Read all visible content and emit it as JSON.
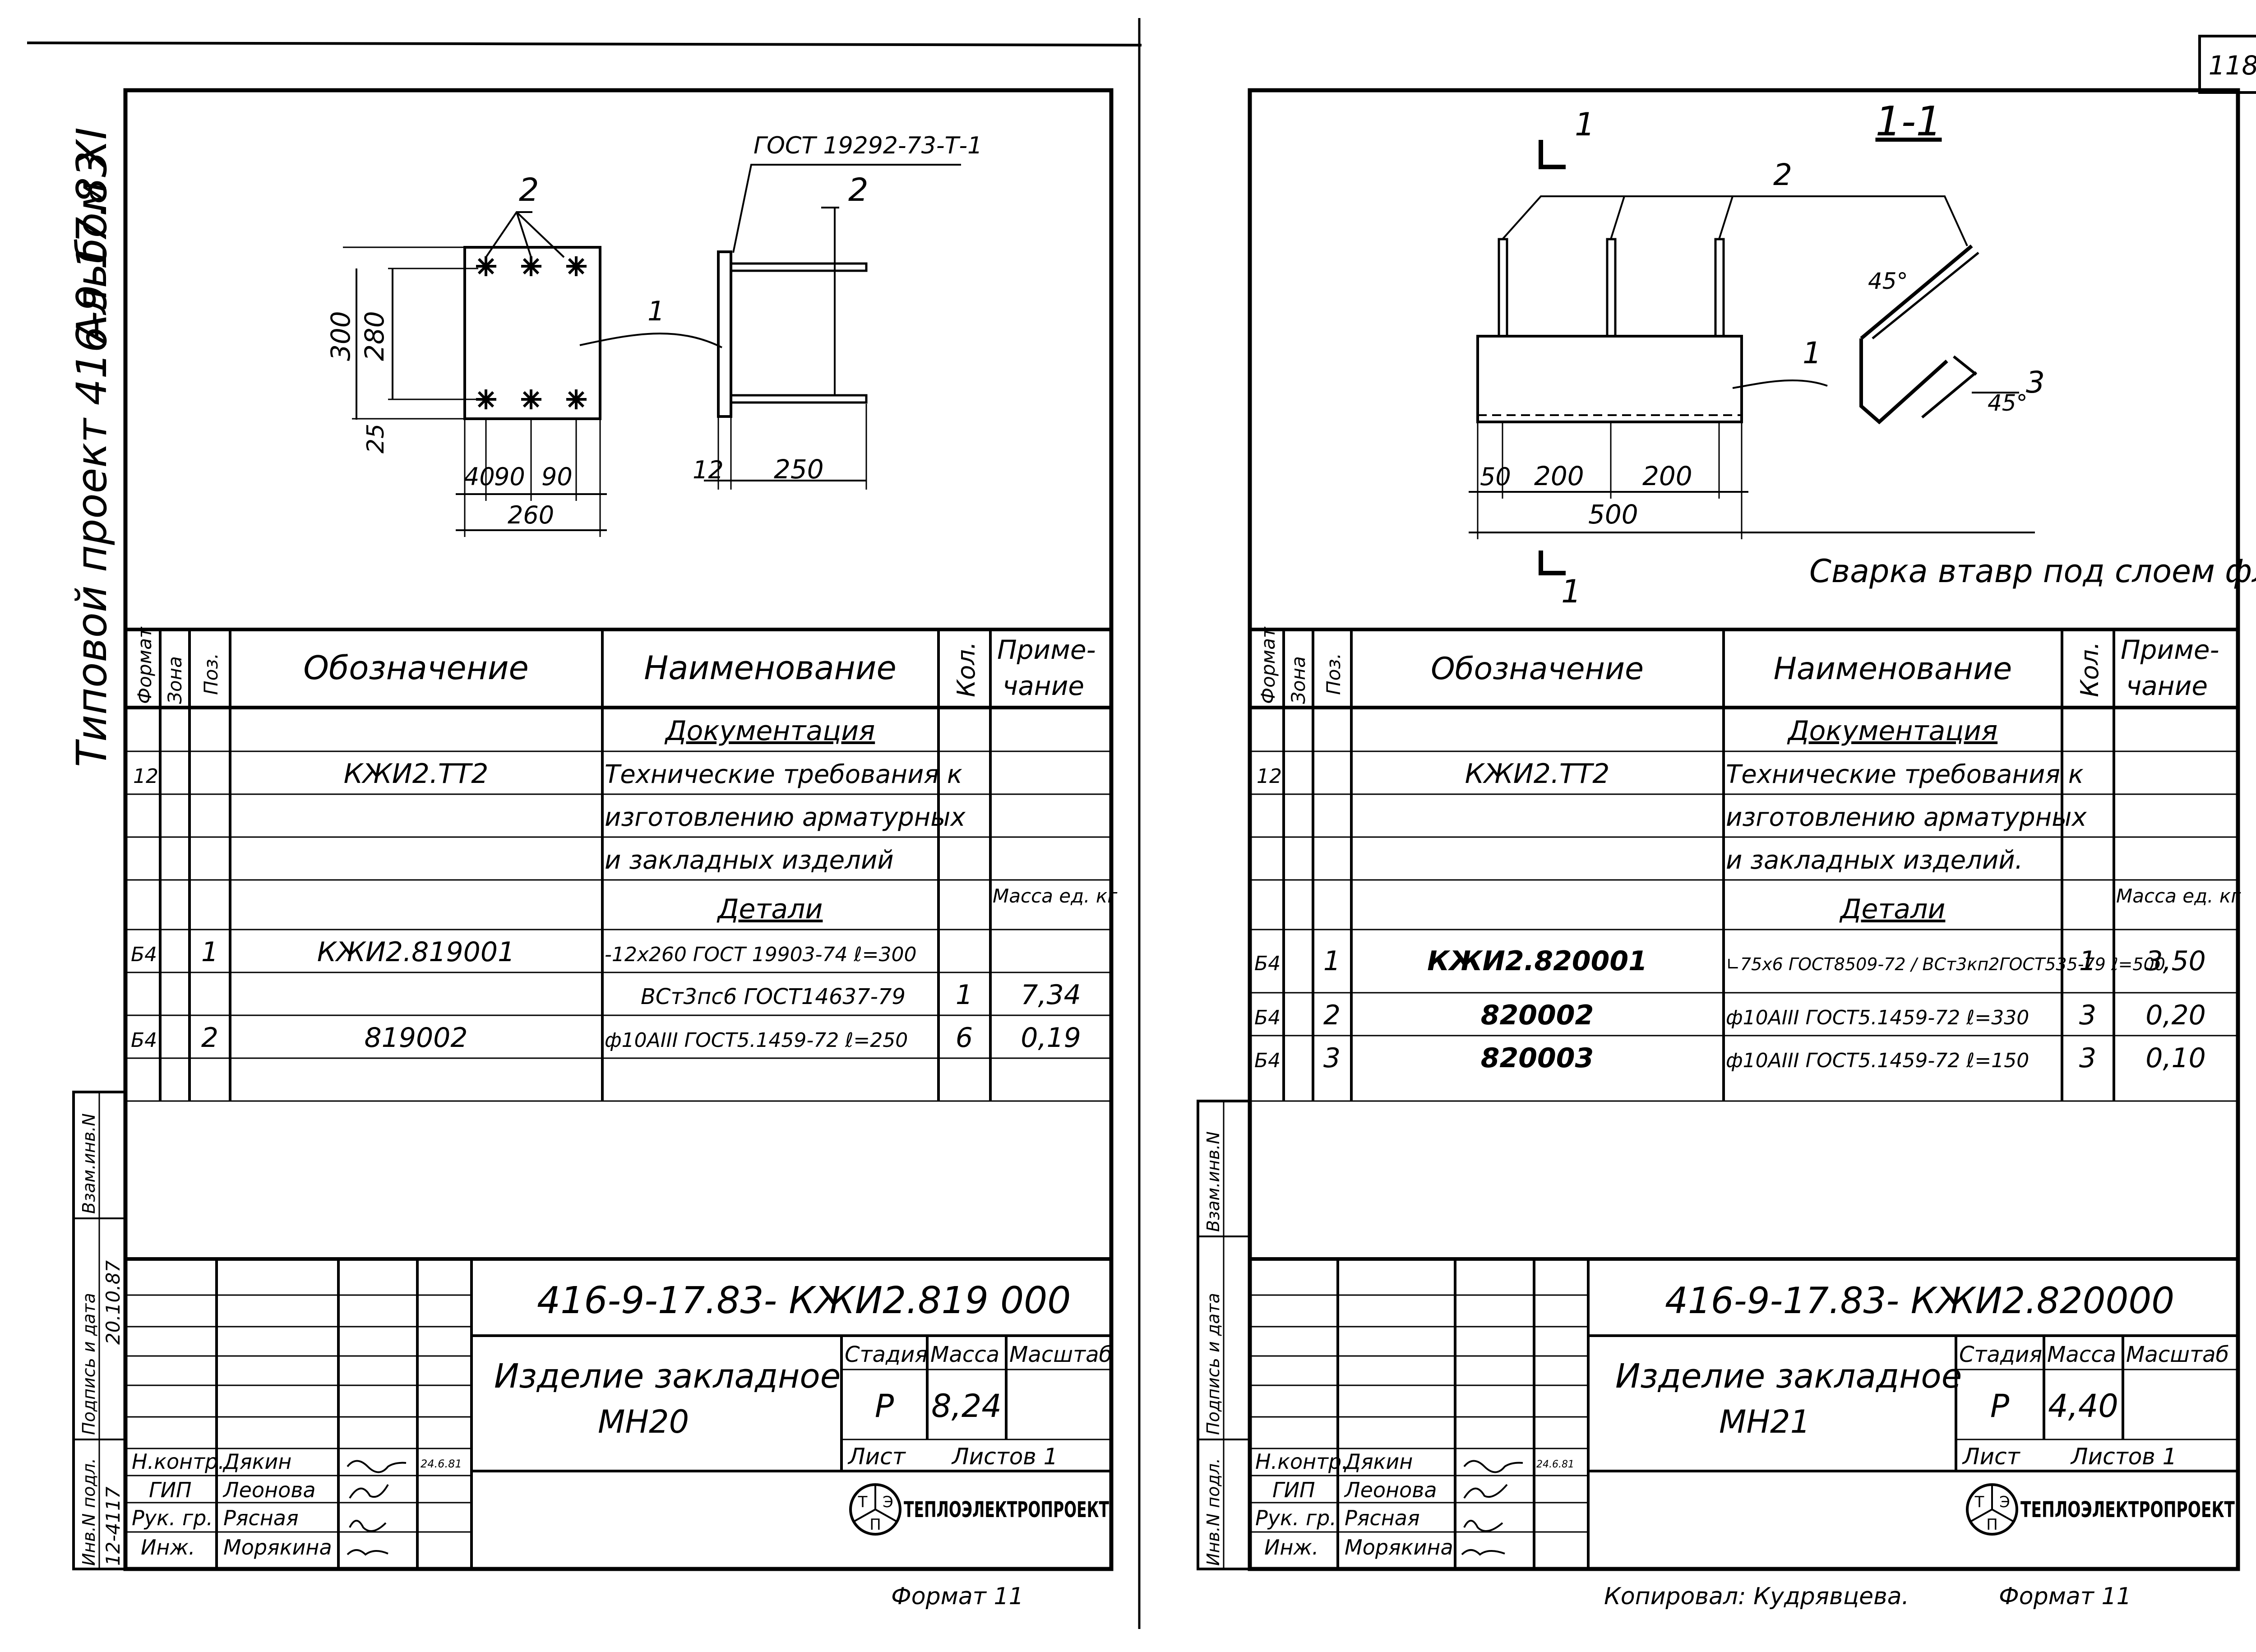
{
  "page_number": "118",
  "side_margin": {
    "album": "Альбом XI",
    "project": "Типовой проект 416-9-17.83"
  },
  "headers": {
    "format": "Формат",
    "zone": "Зона",
    "pos": "Поз.",
    "designation": "Обозначение",
    "name": "Наименование",
    "qty": "Кол.",
    "note1": "Приме-",
    "note2": "чание"
  },
  "stamp_labels": {
    "stage": "Стадия",
    "mass": "Масса",
    "scale": "Масштаб",
    "sheet": "Лист",
    "sheets": "Листов 1"
  },
  "staff": {
    "roles": [
      "Н.контр.",
      "ГИП",
      "Рук. гр.",
      "Инж."
    ],
    "names": [
      "Дякин",
      "Леонова",
      "Рясная",
      "Морякина"
    ],
    "date": "24.6.81"
  },
  "binding_labels": {
    "inv": "Инв.N подл.",
    "sign": "Подпись и дата",
    "vzam": "Взам.инв.N"
  },
  "company": "ТЕПЛОЭЛЕКТРОПРОЕКТ",
  "logo_letters": [
    "Т",
    "Э",
    "П"
  ],
  "left": {
    "drawing": {
      "gost_ref": "ГОСТ 19292-73-Т-1",
      "pos_callouts": [
        "1",
        "2",
        "2"
      ],
      "dims": {
        "h300": "300",
        "h280": "280",
        "h25": "25",
        "w40": "40",
        "w90a": "90",
        "w90b": "90",
        "w260": "260",
        "t12": "12",
        "l250": "250"
      }
    },
    "rows": [
      {
        "format": "",
        "zone": "",
        "pos": "",
        "designation": "",
        "name": "Документация",
        "qty": "",
        "note": ""
      },
      {
        "format": "12",
        "zone": "",
        "pos": "",
        "designation": "КЖИ2.ТТ2",
        "name": "Технические требования к",
        "qty": "",
        "note": ""
      },
      {
        "format": "",
        "zone": "",
        "pos": "",
        "designation": "",
        "name": "изготовлению арматурных",
        "qty": "",
        "note": ""
      },
      {
        "format": "",
        "zone": "",
        "pos": "",
        "designation": "",
        "name": "и закладных изделий",
        "qty": "",
        "note": ""
      },
      {
        "format": "",
        "zone": "",
        "pos": "",
        "designation": "",
        "name": "Детали",
        "qty": "",
        "note": "Масса ед. кг"
      },
      {
        "format": "Б4",
        "zone": "",
        "pos": "1",
        "designation": "КЖИ2.819001",
        "name": "-12х260 ГОСТ 19903-74 ℓ=300",
        "qty": "",
        "note": ""
      },
      {
        "format": "",
        "zone": "",
        "pos": "",
        "designation": "",
        "name": "ВСт3пс6 ГОСТ14637-79",
        "qty": "1",
        "note": "7,34"
      },
      {
        "format": "Б4",
        "zone": "",
        "pos": "2",
        "designation": "819002",
        "name": "ф10АIII ГОСТ5.1459-72 ℓ=250",
        "qty": "6",
        "note": "0,19"
      },
      {
        "format": "",
        "zone": "",
        "pos": "",
        "designation": "",
        "name": "",
        "qty": "",
        "note": ""
      }
    ],
    "stamp": {
      "code": "416-9-17.83- КЖИ2.819 000",
      "title1": "Изделие закладное",
      "title2": "МН20",
      "stage": "Р",
      "mass": "8,24",
      "scale": ""
    },
    "binding": {
      "inv": "12-4117",
      "sign": "20.10.87"
    },
    "format_note": "Формат 11"
  },
  "right": {
    "drawing": {
      "section_title": "1-1",
      "cut_label_top": "1",
      "cut_label_bottom": "1",
      "pos_callouts": [
        "2",
        "1",
        "3"
      ],
      "angles": [
        "45°",
        "45°"
      ],
      "dims": {
        "d50": "50",
        "d200a": "200",
        "d200b": "200",
        "d500": "500"
      },
      "weld_note": "Сварка втавр под слоем флюса"
    },
    "rows": [
      {
        "format": "",
        "zone": "",
        "pos": "",
        "designation": "",
        "name": "Документация",
        "qty": "",
        "note": ""
      },
      {
        "format": "12",
        "zone": "",
        "pos": "",
        "designation": "КЖИ2.ТТ2",
        "name": "Технические требования к",
        "qty": "",
        "note": ""
      },
      {
        "format": "",
        "zone": "",
        "pos": "",
        "designation": "",
        "name": "изготовлению арматурных",
        "qty": "",
        "note": ""
      },
      {
        "format": "",
        "zone": "",
        "pos": "",
        "designation": "",
        "name": "и закладных изделий.",
        "qty": "",
        "note": ""
      },
      {
        "format": "",
        "zone": "",
        "pos": "",
        "designation": "",
        "name": "Детали",
        "qty": "",
        "note": "Масса ед. кг"
      },
      {
        "format": "Б4",
        "zone": "",
        "pos": "1",
        "designation": "КЖИ2.820001",
        "name": "∟75х6 ГОСТ8509-72 / ВСт3кп2ГОСТ535-79 ℓ=500",
        "qty": "1",
        "note": "3,50"
      },
      {
        "format": "Б4",
        "zone": "",
        "pos": "2",
        "designation": "820002",
        "name": "ф10АIII ГОСТ5.1459-72 ℓ=330",
        "qty": "3",
        "note": "0,20"
      },
      {
        "format": "Б4",
        "zone": "",
        "pos": "3",
        "designation": "820003",
        "name": "ф10АIII ГОСТ5.1459-72 ℓ=150",
        "qty": "3",
        "note": "0,10"
      }
    ],
    "stamp": {
      "code": "416-9-17.83- КЖИ2.820000",
      "title1": "Изделие закладное",
      "title2": "МН21",
      "stage": "Р",
      "mass": "4,40",
      "scale": ""
    },
    "copied_by": "Копировал: Кудрявцева.",
    "format_note": "Формат 11"
  }
}
